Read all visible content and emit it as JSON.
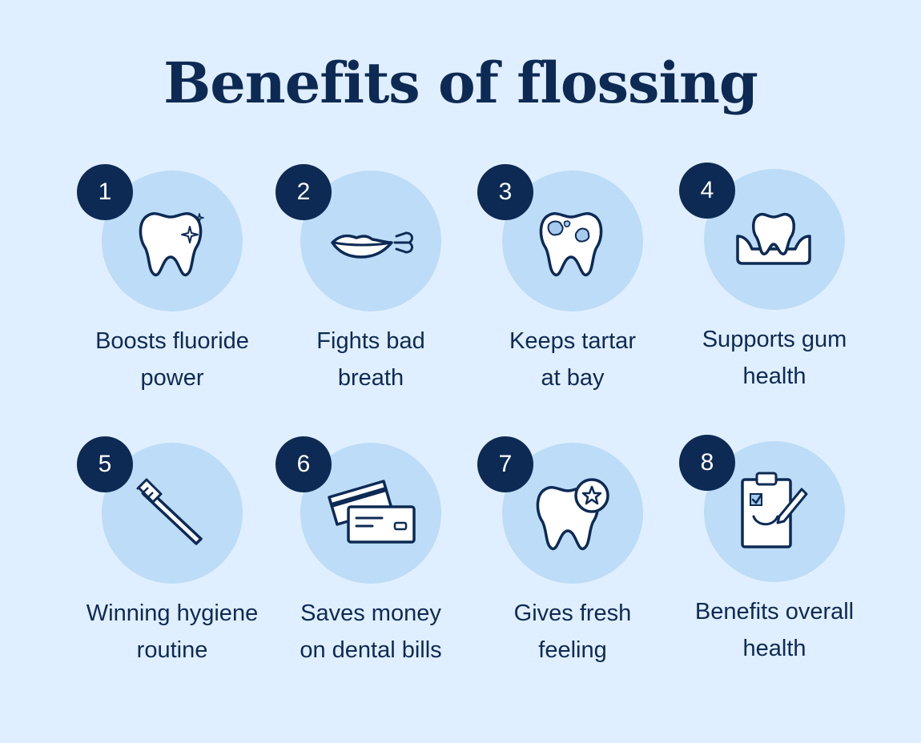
{
  "title": "Benefits of flossing",
  "benefits": [
    {
      "number": "1",
      "line1": "Boosts fluoride",
      "line2": "power",
      "icon": "sparkling-tooth-icon"
    },
    {
      "number": "2",
      "line1": "Fights bad",
      "line2": "breath",
      "icon": "breath-lips-icon"
    },
    {
      "number": "3",
      "line1": "Keeps tartar",
      "line2": "at bay",
      "icon": "tartar-tooth-icon"
    },
    {
      "number": "4",
      "line1": "Supports gum",
      "line2": "health",
      "icon": "gum-tooth-icon"
    },
    {
      "number": "5",
      "line1": "Winning hygiene",
      "line2": "routine",
      "icon": "toothbrush-icon"
    },
    {
      "number": "6",
      "line1": "Saves money",
      "line2": "on dental bills",
      "icon": "credit-cards-icon"
    },
    {
      "number": "7",
      "line1": "Gives fresh",
      "line2": "feeling",
      "icon": "star-tooth-icon"
    },
    {
      "number": "8",
      "line1": "Benefits overall",
      "line2": "health",
      "icon": "clipboard-checklist-icon"
    }
  ],
  "colors": {
    "background": "#e0efff",
    "circle": "#bcdcf7",
    "navy": "#0d2a54"
  }
}
